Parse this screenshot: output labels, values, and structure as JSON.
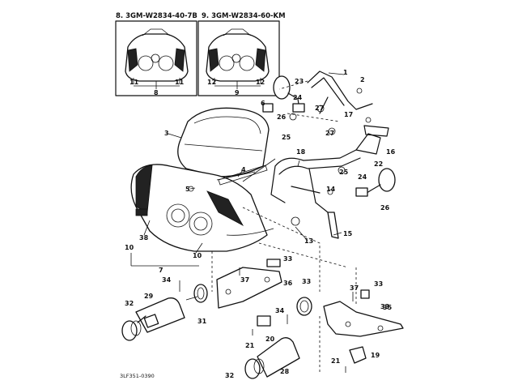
{
  "variants": [
    {
      "label": "8. 3GM-W2834-40-7B",
      "left_tag": "11",
      "right_tag": "11",
      "bottom_tag": "8"
    },
    {
      "label": "9. 3GM-W2834-60-KM",
      "left_tag": "12",
      "right_tag": "12",
      "bottom_tag": "9"
    }
  ],
  "callouts": [
    {
      "id": "c1",
      "text": "1"
    },
    {
      "id": "c2",
      "text": "2"
    },
    {
      "id": "c3",
      "text": "3"
    },
    {
      "id": "c4",
      "text": "4"
    },
    {
      "id": "c5",
      "text": "5"
    },
    {
      "id": "c6",
      "text": "6"
    },
    {
      "id": "c7",
      "text": "7"
    },
    {
      "id": "c10a",
      "text": "10"
    },
    {
      "id": "c10b",
      "text": "10"
    },
    {
      "id": "c13",
      "text": "13"
    },
    {
      "id": "c14",
      "text": "14"
    },
    {
      "id": "c15",
      "text": "15"
    },
    {
      "id": "c16",
      "text": "16"
    },
    {
      "id": "c17",
      "text": "17"
    },
    {
      "id": "c18",
      "text": "18"
    },
    {
      "id": "c19",
      "text": "19"
    },
    {
      "id": "c20",
      "text": "20"
    },
    {
      "id": "c21a",
      "text": "21"
    },
    {
      "id": "c21b",
      "text": "21"
    },
    {
      "id": "c22",
      "text": "22"
    },
    {
      "id": "c23",
      "text": "23"
    },
    {
      "id": "c24a",
      "text": "24"
    },
    {
      "id": "c24b",
      "text": "24"
    },
    {
      "id": "c25a",
      "text": "25"
    },
    {
      "id": "c25b",
      "text": "25"
    },
    {
      "id": "c26a",
      "text": "26"
    },
    {
      "id": "c26b",
      "text": "26"
    },
    {
      "id": "c27a",
      "text": "27"
    },
    {
      "id": "c27b",
      "text": "27"
    },
    {
      "id": "c28",
      "text": "28"
    },
    {
      "id": "c29",
      "text": "29"
    },
    {
      "id": "c31",
      "text": "31"
    },
    {
      "id": "c32a",
      "text": "32"
    },
    {
      "id": "c32b",
      "text": "32"
    },
    {
      "id": "c33a",
      "text": "33"
    },
    {
      "id": "c33b",
      "text": "33"
    },
    {
      "id": "c33c",
      "text": "33"
    },
    {
      "id": "c33d",
      "text": "33"
    },
    {
      "id": "c34a",
      "text": "34"
    },
    {
      "id": "c34b",
      "text": "34"
    },
    {
      "id": "c35",
      "text": "35"
    },
    {
      "id": "c36",
      "text": "36"
    },
    {
      "id": "c37a",
      "text": "37"
    },
    {
      "id": "c37b",
      "text": "37"
    },
    {
      "id": "c38",
      "text": "38"
    }
  ],
  "drawing_code": "3LF351-0390"
}
